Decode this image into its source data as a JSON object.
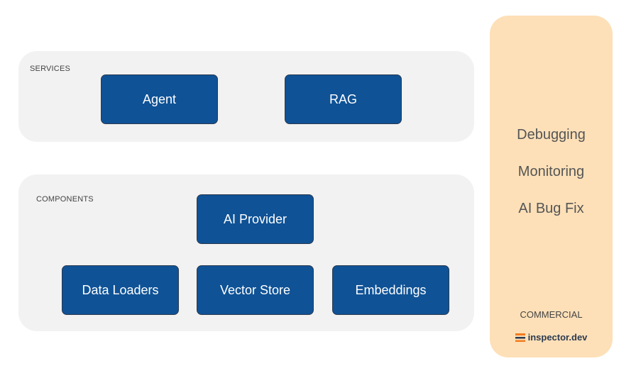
{
  "services": {
    "label": "SERVICES",
    "items": [
      "Agent",
      "RAG"
    ]
  },
  "components": {
    "label": "COMPONENTS",
    "provider": "AI Provider",
    "items": [
      "Data Loaders",
      "Vector Store",
      "Embeddings"
    ]
  },
  "commercial": {
    "features": [
      "Debugging",
      "Monitoring",
      "AI Bug Fix"
    ],
    "label": "COMMERCIAL",
    "brand": "inspector.dev",
    "brand_icon": "inspector-logo-icon"
  },
  "colors": {
    "box_fill": "#0f5296",
    "box_border": "#2b3a4f",
    "panel_fill": "#f2f2f2",
    "side_fill": "#fde0b8",
    "logo_orange": "#f47b20",
    "logo_dark": "#2b3a4f"
  }
}
